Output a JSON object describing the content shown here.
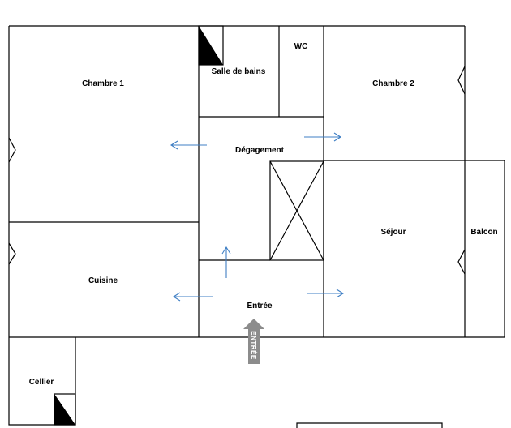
{
  "rooms": {
    "chambre1": "Chambre 1",
    "salle_de_bains": "Salle de bains",
    "wc": "WC",
    "chambre2": "Chambre 2",
    "degagement": "Dégagement",
    "sejour": "Séjour",
    "balcon": "Balcon",
    "cuisine": "Cuisine",
    "entree": "Entrée",
    "cellier": "Cellier"
  },
  "entry_marker": "ENTRÉE",
  "colors": {
    "walls": "#000000",
    "flow_arrows": "#3f7fc4",
    "entry_arrow": "#8c8c8c",
    "duct_fill": "#000000"
  }
}
